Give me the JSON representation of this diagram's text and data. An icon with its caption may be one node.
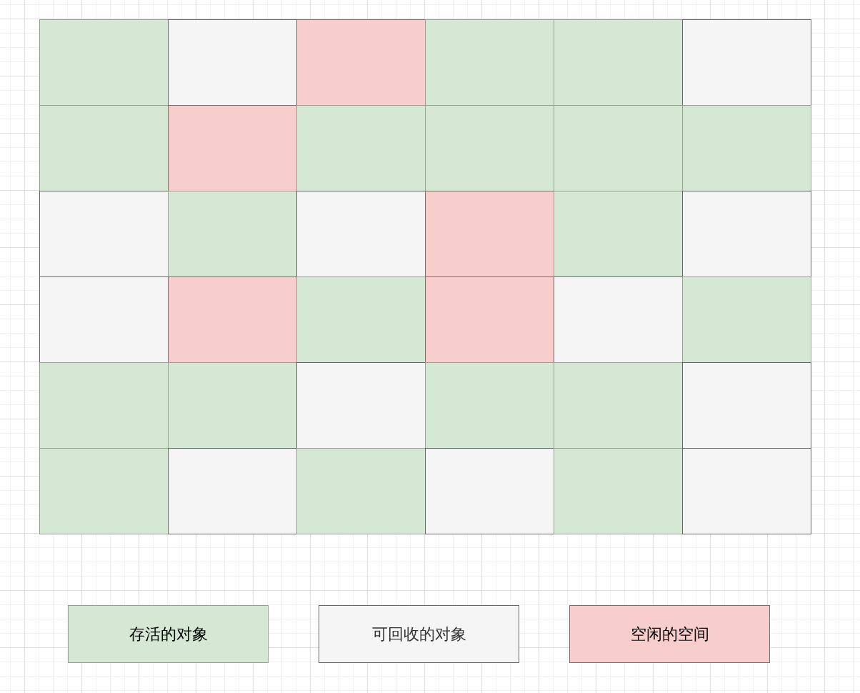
{
  "diagram": {
    "nodes": [
      {
        "text": [],
        "shape": "box"
      },
      {
        "text": [],
        "shape": "box"
      },
      {
        "text": [],
        "shape": "box"
      },
      {
        "text": [],
        "shape": "box"
      },
      {
        "text": [],
        "shape": "box"
      },
      {
        "text": [],
        "shape": "box"
      },
      {
        "text": [],
        "shape": "box"
      },
      {
        "text": [],
        "shape": "box"
      },
      {
        "text": [],
        "shape": "box"
      },
      {
        "text": [],
        "shape": "box"
      },
      {
        "text": [],
        "shape": "box"
      },
      {
        "text": [],
        "shape": "box"
      },
      {
        "text": [],
        "shape": "box"
      },
      {
        "text": [],
        "shape": "box"
      },
      {
        "text": [],
        "shape": "box"
      },
      {
        "text": [],
        "shape": "box"
      },
      {
        "text": [],
        "shape": "box"
      },
      {
        "text": [],
        "shape": "box"
      },
      {
        "text": [],
        "shape": "box"
      },
      {
        "text": [],
        "shape": "box"
      },
      {
        "text": [],
        "shape": "box"
      },
      {
        "text": [],
        "shape": "box"
      },
      {
        "text": [],
        "shape": "box"
      },
      {
        "text": [],
        "shape": "box"
      },
      {
        "text": [],
        "shape": "box"
      },
      {
        "text": [],
        "shape": "box"
      },
      {
        "text": [],
        "shape": "box"
      },
      {
        "text": [],
        "shape": "box"
      },
      {
        "text": [],
        "shape": "box"
      },
      {
        "text": [],
        "shape": "box"
      },
      {
        "text": [],
        "shape": "box"
      },
      {
        "text": [],
        "shape": "box"
      },
      {
        "text": [],
        "shape": "box"
      },
      {
        "text": [],
        "shape": "box"
      },
      {
        "text": [],
        "shape": "box"
      },
      {
        "text": [],
        "shape": "box"
      }
    ],
    "legend": [
      {
        "text": "存活的对象",
        "color": "#d5e8d4"
      },
      {
        "text": "可回收的对象",
        "color": "#f5f5f5"
      },
      {
        "text": "空闲的空间",
        "color": "#f8cecc"
      }
    ]
  }
}
